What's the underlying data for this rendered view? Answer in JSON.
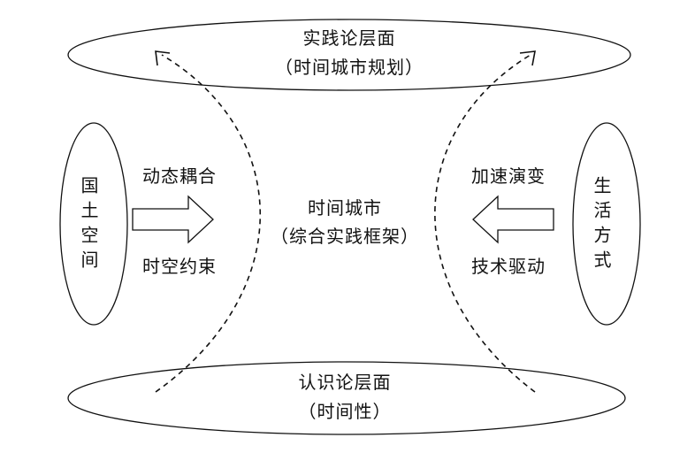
{
  "practice_layer": {
    "title": "实践论层面",
    "subtitle": "（时间城市规划）"
  },
  "cognition_layer": {
    "title": "认识论层面",
    "subtitle": "（时间性）"
  },
  "center": {
    "title": "时间城市",
    "subtitle": "（综合实践框架）"
  },
  "left_node": {
    "label": "国土空间"
  },
  "right_node": {
    "label": "生活方式"
  },
  "left_arrow": {
    "top_label": "动态耦合",
    "bottom_label": "时空约束"
  },
  "right_arrow": {
    "top_label": "加速演变",
    "bottom_label": "技术驱动"
  }
}
